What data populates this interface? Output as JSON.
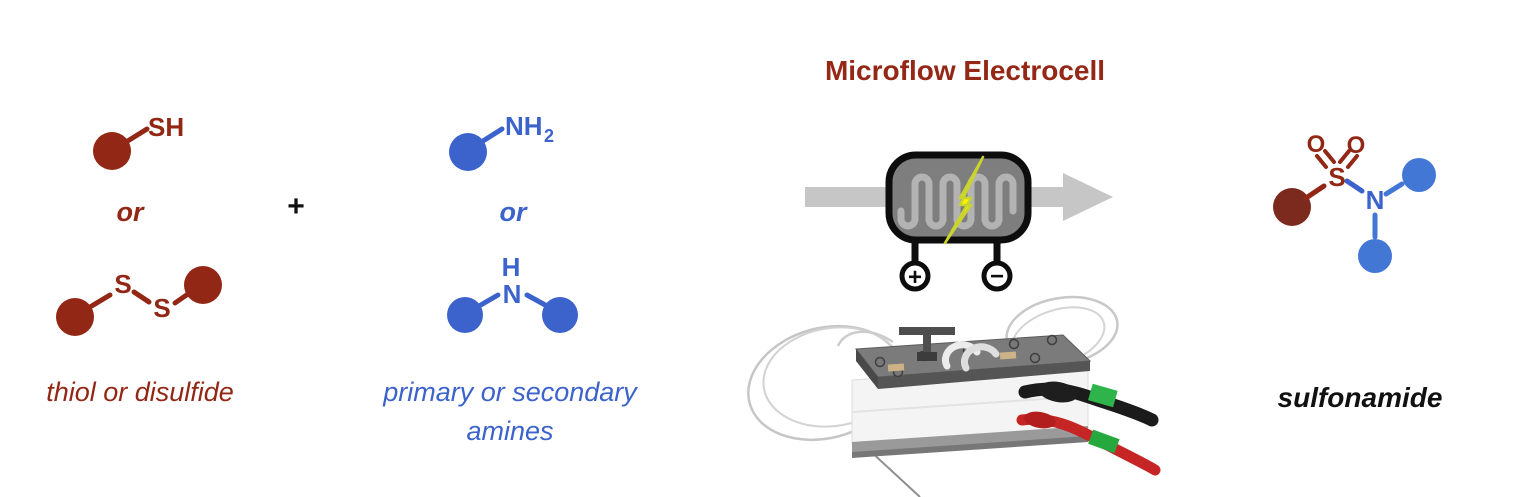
{
  "figure": {
    "reactants": {
      "thiol": {
        "sh_label": "SH"
      },
      "or_left": "or",
      "disulfide": {
        "s1_label": "S",
        "s2_label": "S"
      },
      "caption_left": "thiol or disulfide",
      "plus": "+",
      "amine_primary": {
        "nh_label": "NH",
        "sub_label": "2"
      },
      "or_right": "or",
      "amine_secondary": {
        "h_label": "H",
        "n_label": "N"
      },
      "caption_right_line1": "primary or secondary",
      "caption_right_line2": "amines"
    },
    "process": {
      "title": "Microflow Electrocell",
      "anode_label": "+",
      "cathode_label": "−"
    },
    "product": {
      "o1_label": "O",
      "o2_label": "O",
      "s_label": "S",
      "n_label": "N",
      "caption": "sulfonamide"
    },
    "colors": {
      "maroon": "#932715",
      "maroon_dark": "#7d2a1e",
      "blue": "#3c63cc",
      "blue_product": "#4377d6",
      "title_red": "#942716",
      "black": "#111111",
      "arrow_gray": "#c6c6c6",
      "cell_body_gray": "#7e7e7e",
      "cell_coil_gray": "#b3b3b3",
      "bolt_yellow": "#fff200",
      "cable_red": "#c62525",
      "cable_black": "#1b1b1b",
      "marker_green": "#2eb44a"
    }
  }
}
